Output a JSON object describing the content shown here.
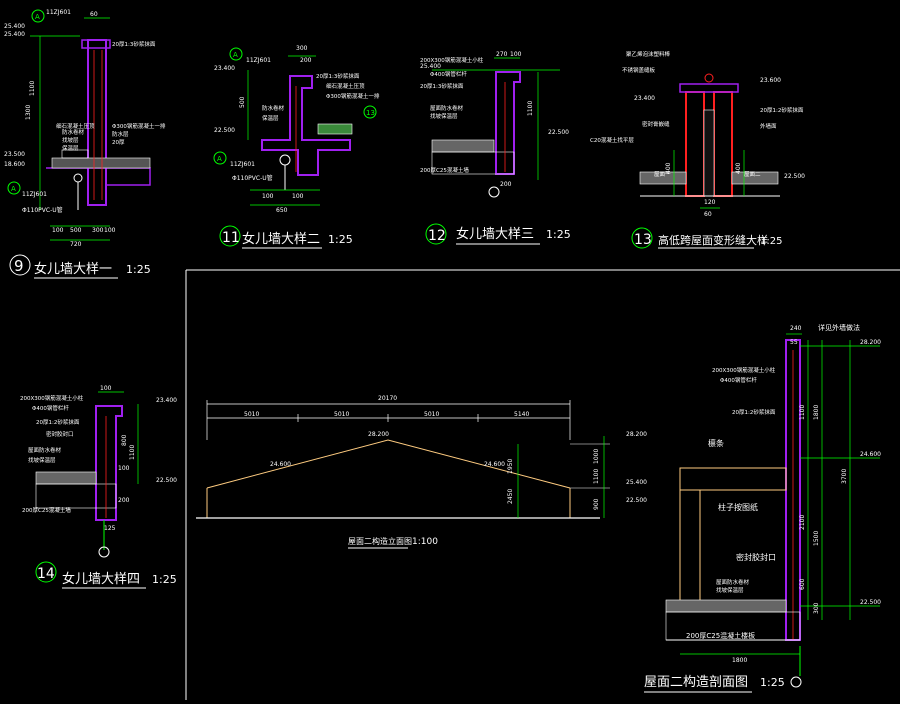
{
  "colors": {
    "background": "#000000",
    "outline": "#ffffff",
    "wall": "#a020f0",
    "dimension": "#00ff00",
    "annotation": "#ffff00",
    "elevation": "#00ffff",
    "hatch": "#7f7f7f",
    "slope": "#ffcc80",
    "red": "#ff2020"
  },
  "d9": {
    "num": "9",
    "title": "女儿墙大样一",
    "scale": "1:25",
    "elev_top": "25.400",
    "elev_mid": "23.500",
    "elev_top2": "25.400",
    "elev_low": "18.600",
    "ref_code": "11ZJ601",
    "pipe_note": "Φ110PVC-U管",
    "dims": [
      "100",
      "500",
      "300",
      "100",
      "720",
      "60",
      "1100",
      "1300"
    ],
    "notes": [
      "20厚1:3砂浆抹面",
      "细石混凝土压顶",
      "Φ300钢筋混凝土一排",
      "防水卷材",
      "防水层",
      "找坡层",
      "20厚",
      "保温层"
    ]
  },
  "d11": {
    "num": "11",
    "title": "女儿墙大样二",
    "scale": "1:25",
    "elev_top": "23.400",
    "elev_mid": "22.500",
    "ref_code": "11ZJ601",
    "pipe_note": "Φ110PVC-U管",
    "dims": [
      "300",
      "200",
      "500",
      "100",
      "100",
      "650"
    ],
    "notes": [
      "20厚1:3砂浆抹面",
      "细石混凝土压顶",
      "Φ300钢筋混凝土一排",
      "防水卷材",
      "保温层"
    ]
  },
  "d12": {
    "num": "12",
    "title": "女儿墙大样三",
    "scale": "1:25",
    "elev_top": "25.400",
    "elev_mid": "22.500",
    "dims": [
      "270",
      "100",
      "1100",
      "200"
    ],
    "notes": [
      "200X300钢筋混凝土小柱",
      "Φ400钢管栏杆",
      "20厚1:3砂浆抹面",
      "屋面防水卷材",
      "找坡保温层",
      "200厚C25混凝土墙"
    ]
  },
  "d13": {
    "num": "13",
    "title": "高低跨屋面变形缝大样",
    "scale": "1:25",
    "elev_top": "23.600",
    "elev_left": "23.400",
    "elev_right": "22.500",
    "dims": [
      "400",
      "400",
      "60",
      "120"
    ],
    "notes": [
      "聚乙烯泡沫塑料棒",
      "不锈钢盖缝板",
      "20厚1:2砂浆抹面",
      "密封膏嵌缝",
      "C20混凝土找平层",
      "屋面一",
      "屋面二",
      "外墙面"
    ]
  },
  "d14": {
    "num": "14",
    "title": "女儿墙大样四",
    "scale": "1:25",
    "elev_top": "23.400",
    "elev_mid": "22.500",
    "dims": [
      "100",
      "1100",
      "800",
      "100",
      "200",
      "125"
    ],
    "notes": [
      "200X300钢筋混凝土小柱",
      "Φ400钢管栏杆",
      "20厚1:2砂浆抹面",
      "密封胶封口",
      "屋面防水卷材",
      "找坡保温层",
      "200厚C25混凝土墙"
    ]
  },
  "elevation": {
    "title": "屋面二构造立面图",
    "scale": "1:100",
    "total_dim": "20170",
    "dims": [
      "5010",
      "5010",
      "5010",
      "5140"
    ],
    "elev_peak": "28.200",
    "elev_left": "24.600",
    "elev_right": "24.600",
    "elev_r1": "25.400",
    "elev_r2": "22.500",
    "elev_top_right": "28.200",
    "v_dims": [
      "1950",
      "2450",
      "1000",
      "1100",
      "900"
    ]
  },
  "section": {
    "title": "屋面二构造剖面图",
    "scale": "1:25",
    "elev_top": "28.200",
    "elev_mid": "24.600",
    "elev_bottom": "22.500",
    "label_top": "详见外墙做法",
    "label_purlin": "檩条",
    "label_column": "柱子按图纸",
    "label_seal": "密封胶封口",
    "label_slab": "200厚C25混凝土楼板",
    "top_dims": [
      "240",
      "55"
    ],
    "dims": [
      "1100",
      "1800",
      "2100",
      "3700",
      "1500",
      "600",
      "300"
    ],
    "bottom_dim": "1800",
    "notes": [
      "200X300钢筋混凝土小柱",
      "Φ400钢管栏杆",
      "20厚1:2砂浆抹面",
      "屋面防水卷材",
      "找坡保温层"
    ]
  }
}
